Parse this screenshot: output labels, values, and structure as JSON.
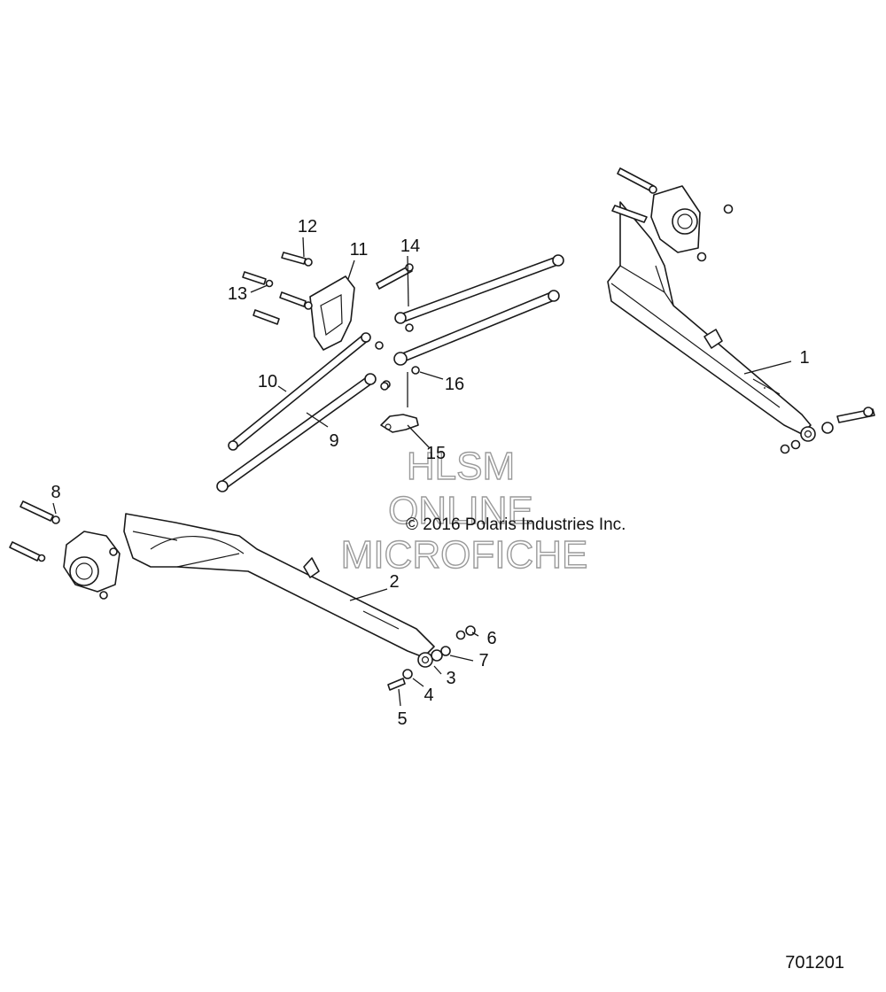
{
  "diagram": {
    "callouts": [
      "1",
      "2",
      "3",
      "4",
      "5",
      "6",
      "7",
      "8",
      "9",
      "10",
      "11",
      "12",
      "13",
      "14",
      "15",
      "16"
    ],
    "copyright": "© 2016 Polaris Industries Inc.",
    "figure_number": "701201",
    "watermark": [
      "HLSM",
      "ONLINE",
      "MICROFICHE"
    ]
  }
}
